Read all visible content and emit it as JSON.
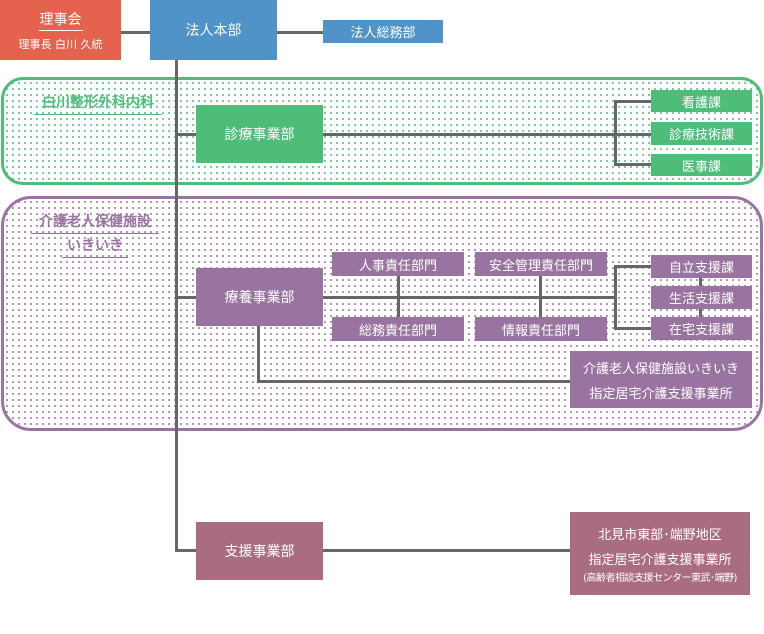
{
  "board": {
    "title": "理事会",
    "subtitle": "理事長 白川 久統"
  },
  "headquarters": {
    "label": "法人本部",
    "general_affairs": "法人総務部"
  },
  "clinic_group": {
    "title": "白川整形外科内科",
    "division": "診療事業部",
    "sections": [
      "看護課",
      "診療技術課",
      "医事課"
    ]
  },
  "care_group": {
    "title_line1": "介護老人保健施設",
    "title_line2": "いきいき",
    "division": "療養事業部",
    "responsibilities": [
      "人事責任部門",
      "安全管理責任部門",
      "総務責任部門",
      "情報責任部門"
    ],
    "sections": [
      "自立支援課",
      "生活支援課",
      "在宅支援課"
    ],
    "office_line1": "介護老人保健施設いきいき",
    "office_line2": "指定居宅介護支援事業所"
  },
  "support": {
    "division": "支援事業部",
    "office_line1": "北見市東部･端野地区",
    "office_line2": "指定居宅介護支援事業所",
    "office_line3": "(高齢者相談支援センター東武･端野)"
  },
  "colors": {
    "board": "#e5624f",
    "headquarters": "#4f93c9",
    "clinic": "#4fbd7a",
    "care": "#9a74a0",
    "support": "#aa6d7f",
    "connector": "#666666"
  }
}
